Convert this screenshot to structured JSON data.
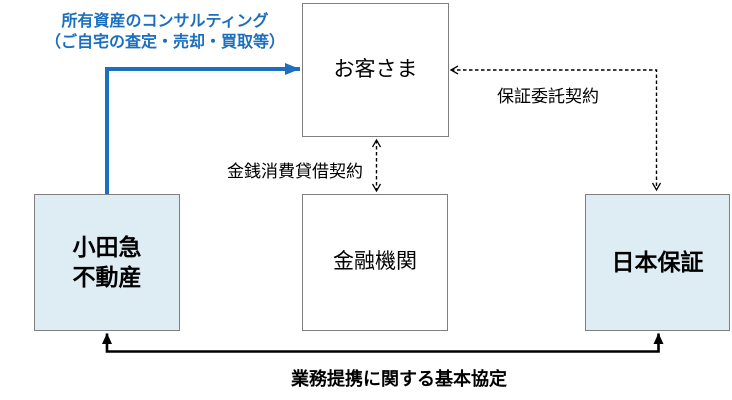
{
  "diagram": {
    "nodes": {
      "customer": {
        "label": "お客さま"
      },
      "odakyu": {
        "label": "小田急\n不動産"
      },
      "financial": {
        "label": "金融機関"
      },
      "nihon_hosho": {
        "label": "日本保証"
      }
    },
    "edge_labels": {
      "consulting": "所有資産のコンサルティング\n（ご自宅の査定・売却・買取等）",
      "loan": "金銭消費貸借契約",
      "guarantee": "保証委託契約",
      "alliance": "業務提携に関する基本協定"
    },
    "edges": [
      {
        "from": "odakyu",
        "to": "customer",
        "style": "solid-thick-blue",
        "direction": "one-way",
        "label_key": "consulting"
      },
      {
        "from": "customer",
        "to": "financial",
        "style": "dashed",
        "direction": "two-way",
        "label_key": "loan"
      },
      {
        "from": "nihon_hosho",
        "to": "customer",
        "style": "dashed",
        "direction": "two-way",
        "label_key": "guarantee"
      },
      {
        "from": "odakyu",
        "to": "nihon_hosho",
        "style": "solid-black",
        "direction": "two-way",
        "label_key": "alliance"
      }
    ],
    "colors": {
      "accent_blue": "#1b6fbe",
      "node_fill_highlight": "#deedf3",
      "node_fill_plain": "#ffffff",
      "node_border": "#7f7f7f",
      "edge_black": "#000000"
    }
  }
}
